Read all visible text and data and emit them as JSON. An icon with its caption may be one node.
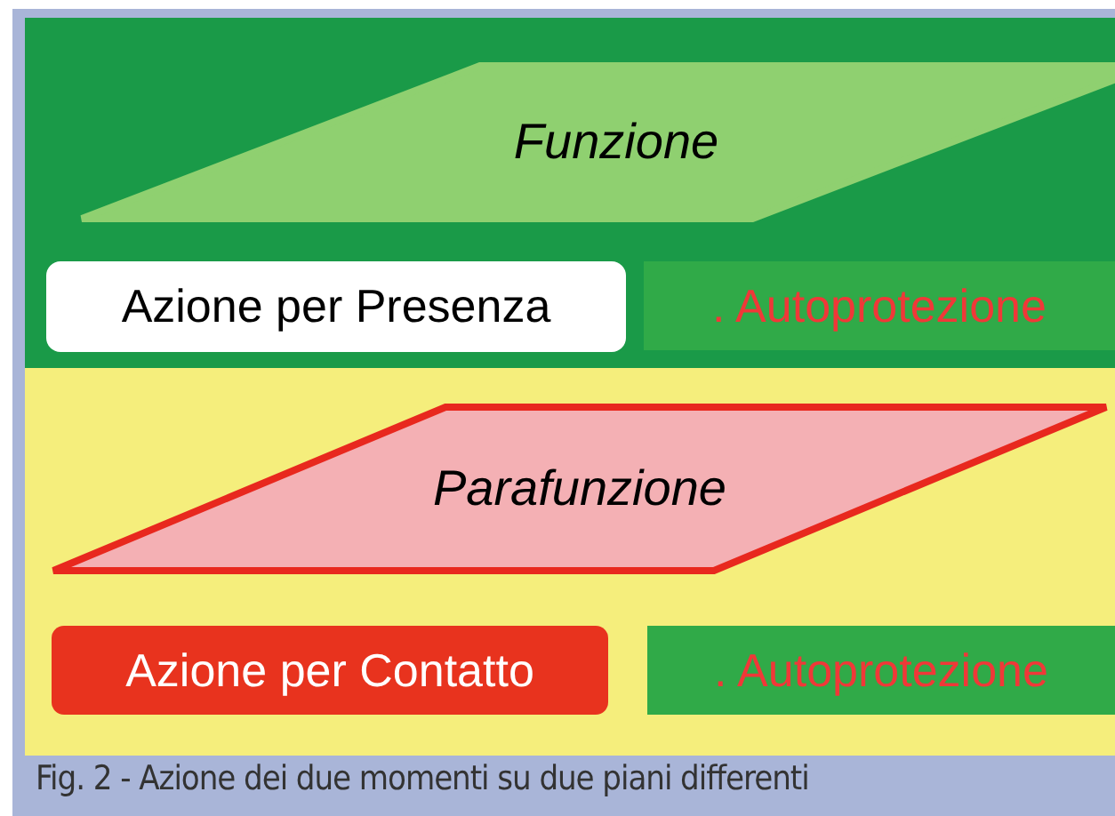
{
  "diagram": {
    "caption": "Fig. 2 - Azione dei due momenti su due piani differenti",
    "nodes": [
      {
        "text": [],
        "shape": "box"
      },
      {
        "text": [
          "Funzione"
        ],
        "in": 0
      },
      {
        "text": [
          "Azione per Presenza"
        ],
        "in": 0
      },
      {
        "text": [
          ". Autoprotezione"
        ],
        "in": 0
      },
      {
        "text": [],
        "shape": "box"
      },
      {
        "text": [
          "Parafunzione"
        ],
        "in": 4
      },
      {
        "text": [
          "Azione per Contatto"
        ],
        "in": 4
      },
      {
        "text": [
          ". Autoprotezione"
        ],
        "in": 4
      }
    ],
    "edges": []
  }
}
